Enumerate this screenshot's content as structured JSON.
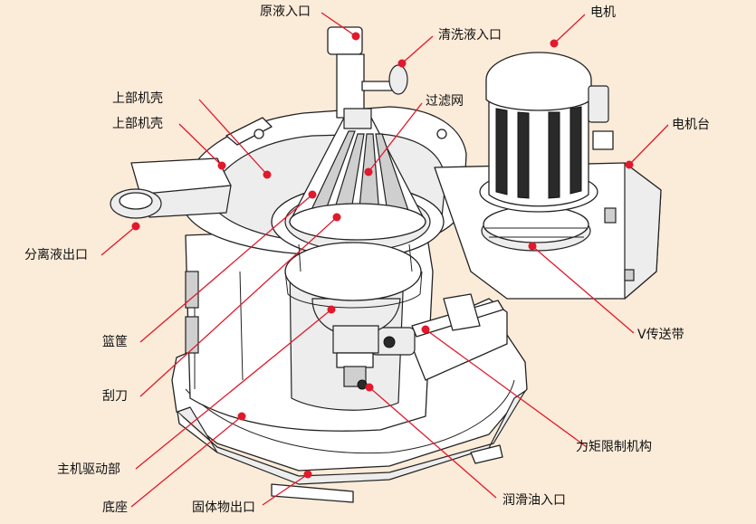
{
  "colors": {
    "background": "#fbebd9",
    "leader": "#e0192c",
    "outline": "#222222"
  },
  "labels": {
    "raw_liquid_inlet": "原液入口",
    "wash_liquid_inlet": "清洗液入口",
    "motor": "电机",
    "upper_casing_1": "上部机壳",
    "upper_casing_2": "上部机壳",
    "filter_screen": "过滤网",
    "motor_base": "电机台",
    "separation_liquid_outlet": "分离液出口",
    "v_belt": "V传送带",
    "basket": "篮筐",
    "scraper": "刮刀",
    "torque_limiter": "力矩限制机构",
    "main_drive": "主机驱动部",
    "base": "底座",
    "solids_outlet": "固体物出口",
    "lube_oil_inlet": "润滑油入口"
  }
}
